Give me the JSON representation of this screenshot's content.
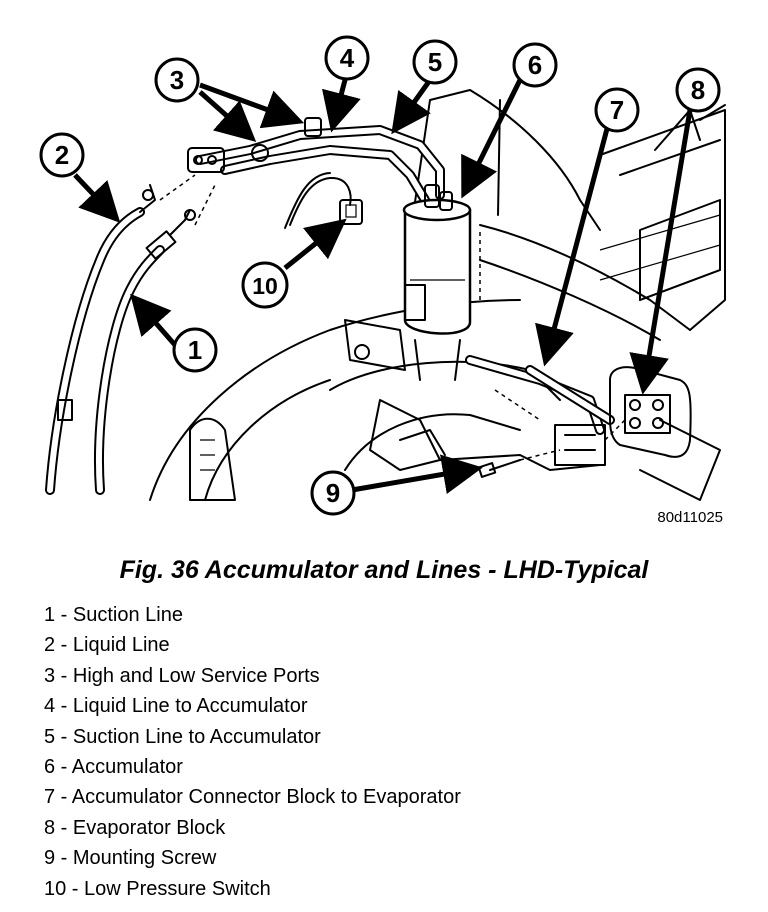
{
  "figure": {
    "image_code": "80d11025",
    "callouts": [
      "1",
      "2",
      "3",
      "4",
      "5",
      "6",
      "7",
      "8",
      "9",
      "10"
    ]
  },
  "caption": "Fig. 36 Accumulator and Lines - LHD-Typical",
  "legend": [
    "1 - Suction Line",
    "2 - Liquid Line",
    "3 - High and Low Service Ports",
    "4 - Liquid Line to Accumulator",
    "5 - Suction Line to Accumulator",
    "6 - Accumulator",
    "7 - Accumulator Connector Block to Evaporator",
    "8 - Evaporator Block",
    "9 - Mounting Screw",
    "10 - Low Pressure Switch"
  ]
}
